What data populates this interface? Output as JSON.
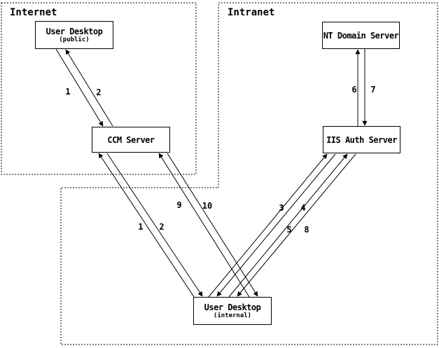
{
  "diagram": {
    "regions": [
      {
        "id": "internet",
        "label": "Internet"
      },
      {
        "id": "intranet",
        "label": "Intranet"
      }
    ],
    "nodes": [
      {
        "id": "user-desktop-public",
        "title": "User Desktop",
        "subtitle": "(public)"
      },
      {
        "id": "ccm-server",
        "title": "CCM Server"
      },
      {
        "id": "nt-domain-server",
        "title": "NT Domain Server"
      },
      {
        "id": "iis-auth-server",
        "title": "IIS Auth Server"
      },
      {
        "id": "user-desktop-internal",
        "title": "User Desktop",
        "subtitle": "(internal)"
      }
    ],
    "step_labels": [
      "1",
      "2",
      "1",
      "2",
      "9",
      "10",
      "3",
      "4",
      "5",
      "8",
      "6",
      "7"
    ],
    "edges": [
      {
        "step": "1",
        "from": "User Desktop (public)",
        "to": "CCM Server"
      },
      {
        "step": "2",
        "from": "CCM Server",
        "to": "User Desktop (public)"
      },
      {
        "step": "1",
        "from": "User Desktop (internal)",
        "to": "CCM Server"
      },
      {
        "step": "2",
        "from": "CCM Server",
        "to": "User Desktop (internal)"
      },
      {
        "step": "9",
        "from": "User Desktop (internal)",
        "to": "CCM Server"
      },
      {
        "step": "10",
        "from": "CCM Server",
        "to": "User Desktop (internal)"
      },
      {
        "step": "3",
        "from": "User Desktop (internal)",
        "to": "IIS Auth Server"
      },
      {
        "step": "4",
        "from": "IIS Auth Server",
        "to": "User Desktop (internal)"
      },
      {
        "step": "5",
        "from": "User Desktop (internal)",
        "to": "IIS Auth Server"
      },
      {
        "step": "8",
        "from": "IIS Auth Server",
        "to": "User Desktop (internal)"
      },
      {
        "step": "6",
        "from": "IIS Auth Server",
        "to": "NT Domain Server"
      },
      {
        "step": "7",
        "from": "NT Domain Server",
        "to": "IIS Auth Server"
      }
    ],
    "colors": {
      "line": "#000000",
      "background": "#ffffff"
    }
  }
}
